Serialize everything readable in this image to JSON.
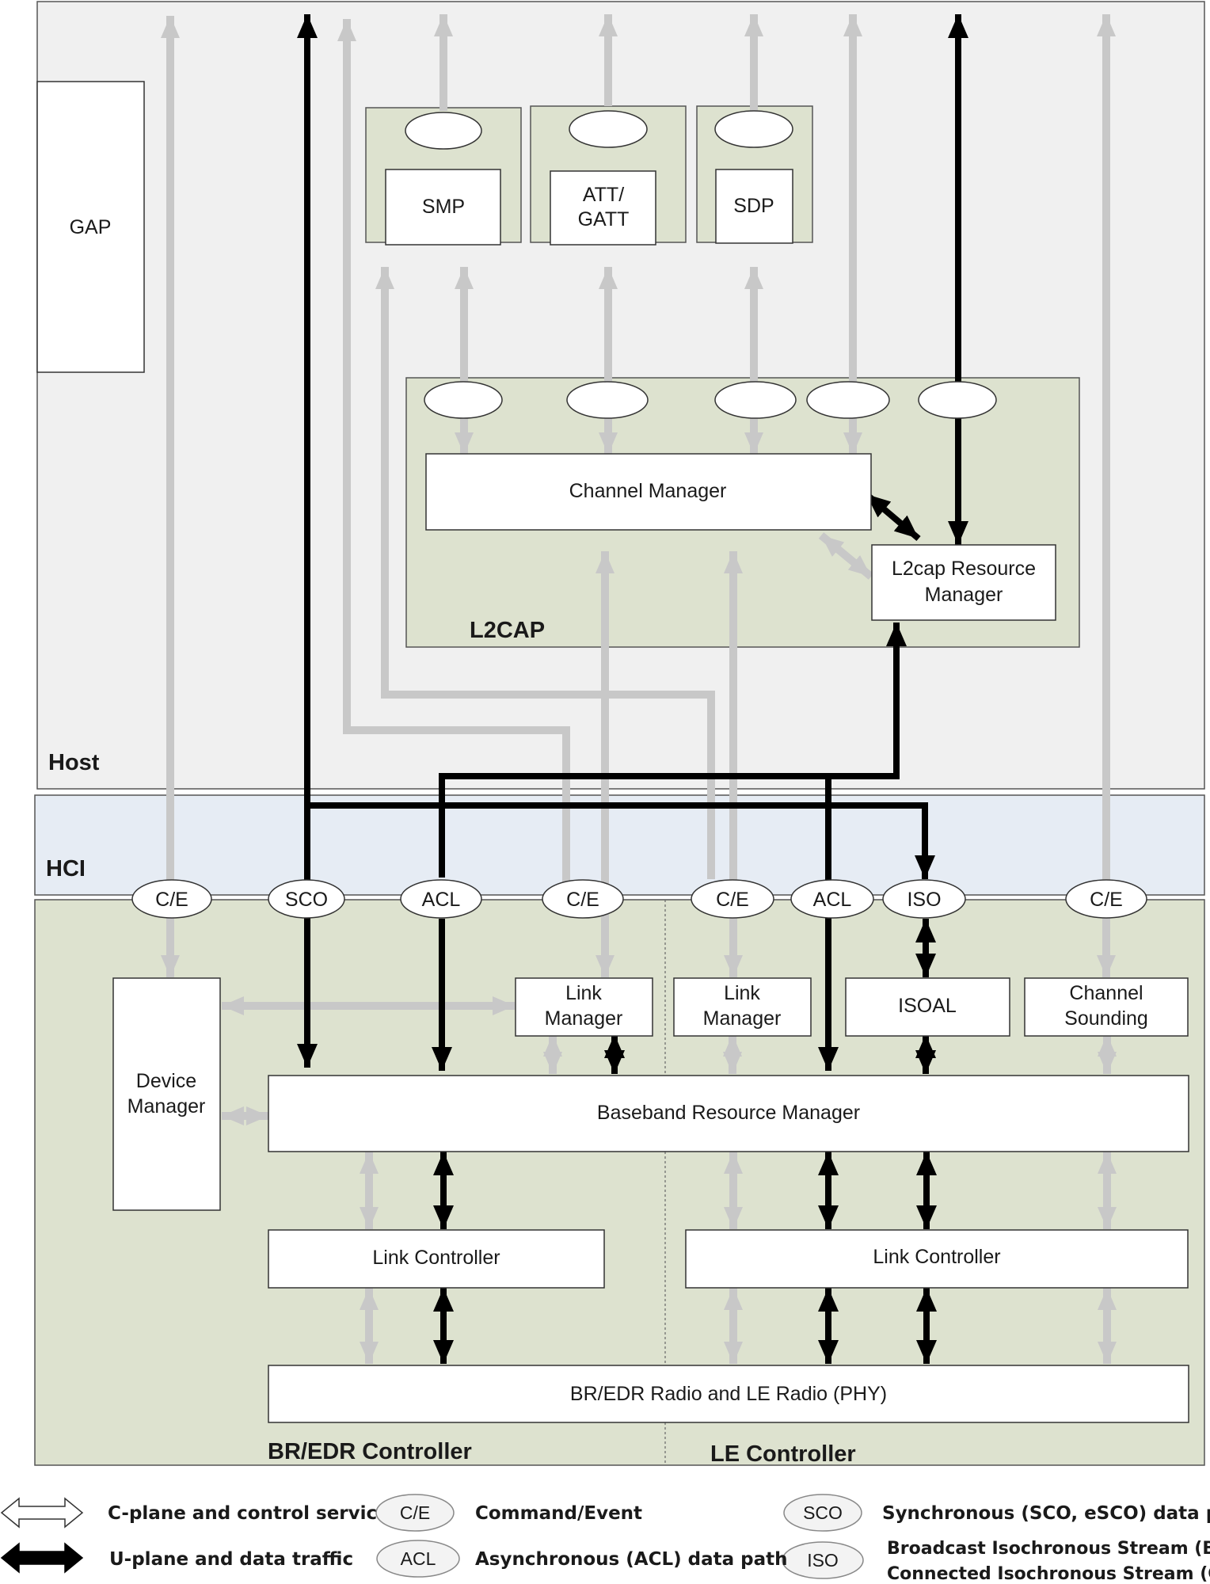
{
  "regions": {
    "host": "Host",
    "hci": "HCI",
    "l2cap": "L2CAP",
    "bredr_controller": "BR/EDR Controller",
    "le_controller": "LE Controller"
  },
  "blocks": {
    "gap": "GAP",
    "smp": "SMP",
    "att_line1": "ATT/",
    "att_line2": "GATT",
    "sdp": "SDP",
    "channel_manager": "Channel Manager",
    "l2cap_rm_line1": "L2cap Resource",
    "l2cap_rm_line2": "Manager",
    "device_manager_line1": "Device",
    "device_manager_line2": "Manager",
    "link_manager_line1": "Link",
    "link_manager_line2": "Manager",
    "isoal": "ISOAL",
    "channel_sounding_line1": "Channel",
    "channel_sounding_line2": "Sounding",
    "baseband_rm": "Baseband Resource Manager",
    "link_controller": "Link Controller",
    "radio": "BR/EDR Radio and LE Radio (PHY)"
  },
  "ports": {
    "ce": "C/E",
    "sco": "SCO",
    "acl": "ACL",
    "iso": "ISO"
  },
  "legend": {
    "cplane": "C-plane and control services",
    "uplane": "U-plane and data traffic",
    "ce_badge": "C/E",
    "ce_desc": "Command/Event",
    "acl_badge": "ACL",
    "acl_desc": "Asynchronous (ACL) data path",
    "sco_badge": "SCO",
    "sco_desc": "Synchronous (SCO, eSCO) data path",
    "iso_badge": "ISO",
    "iso_desc_line1": "Broadcast Isochronous Stream (BIS)",
    "iso_desc_line2": "Connected Isochronous Stream (CIS)"
  },
  "colors": {
    "host_bg": "#f0f0f0",
    "hci_bg": "#e6ecf4",
    "module_bg": "#dde2cf",
    "grey_arrow": "#c8c8c8",
    "black_arrow": "#000000"
  }
}
